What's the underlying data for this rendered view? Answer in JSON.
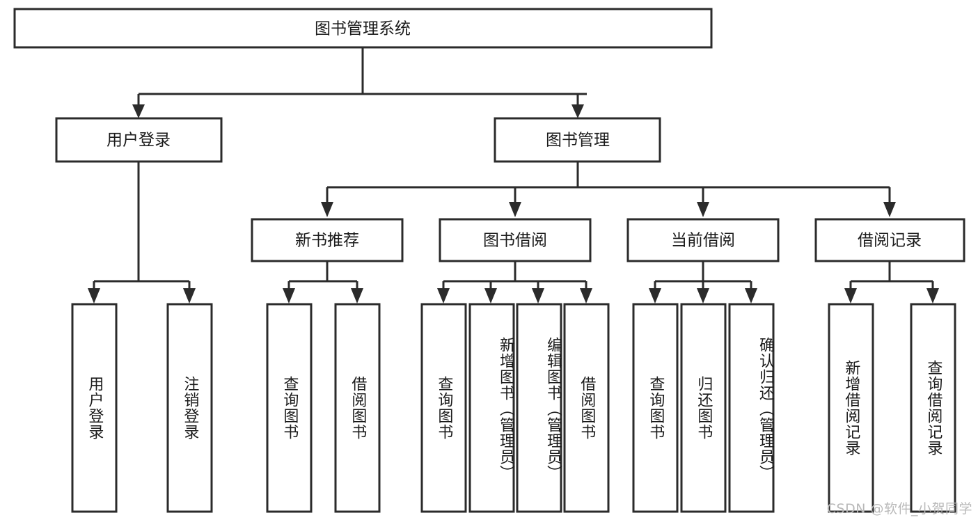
{
  "diagram": {
    "title": "图书管理系统",
    "watermark": "CSDN @软件_小贺同学",
    "root": {
      "label": "图书管理系统"
    },
    "level2": [
      {
        "label": "用户登录"
      },
      {
        "label": "图书管理"
      }
    ],
    "level3": [
      {
        "label": "新书推荐"
      },
      {
        "label": "图书借阅"
      },
      {
        "label": "当前借阅"
      },
      {
        "label": "借阅记录"
      }
    ],
    "leaves": {
      "user_login": [
        {
          "label": "用户登录"
        },
        {
          "label": "注销登录"
        }
      ],
      "new_book_recommend": [
        {
          "label": "查询图书"
        },
        {
          "label": "借阅图书"
        }
      ],
      "book_borrow": [
        {
          "label": "查询图书"
        },
        {
          "label": "新增图书（管理员）"
        },
        {
          "label": "编辑图书（管理员）"
        },
        {
          "label": "借阅图书"
        }
      ],
      "current_borrow": [
        {
          "label": "查询图书"
        },
        {
          "label": "归还图书"
        },
        {
          "label": "确认归还（管理员）"
        }
      ],
      "borrow_record": [
        {
          "label": "新增借阅记录"
        },
        {
          "label": "查询借阅记录"
        }
      ]
    },
    "colors": {
      "stroke": "#2b2b2b",
      "fill": "#ffffff",
      "text": "#1b1b1b",
      "watermark": "#b9b9b9"
    }
  }
}
